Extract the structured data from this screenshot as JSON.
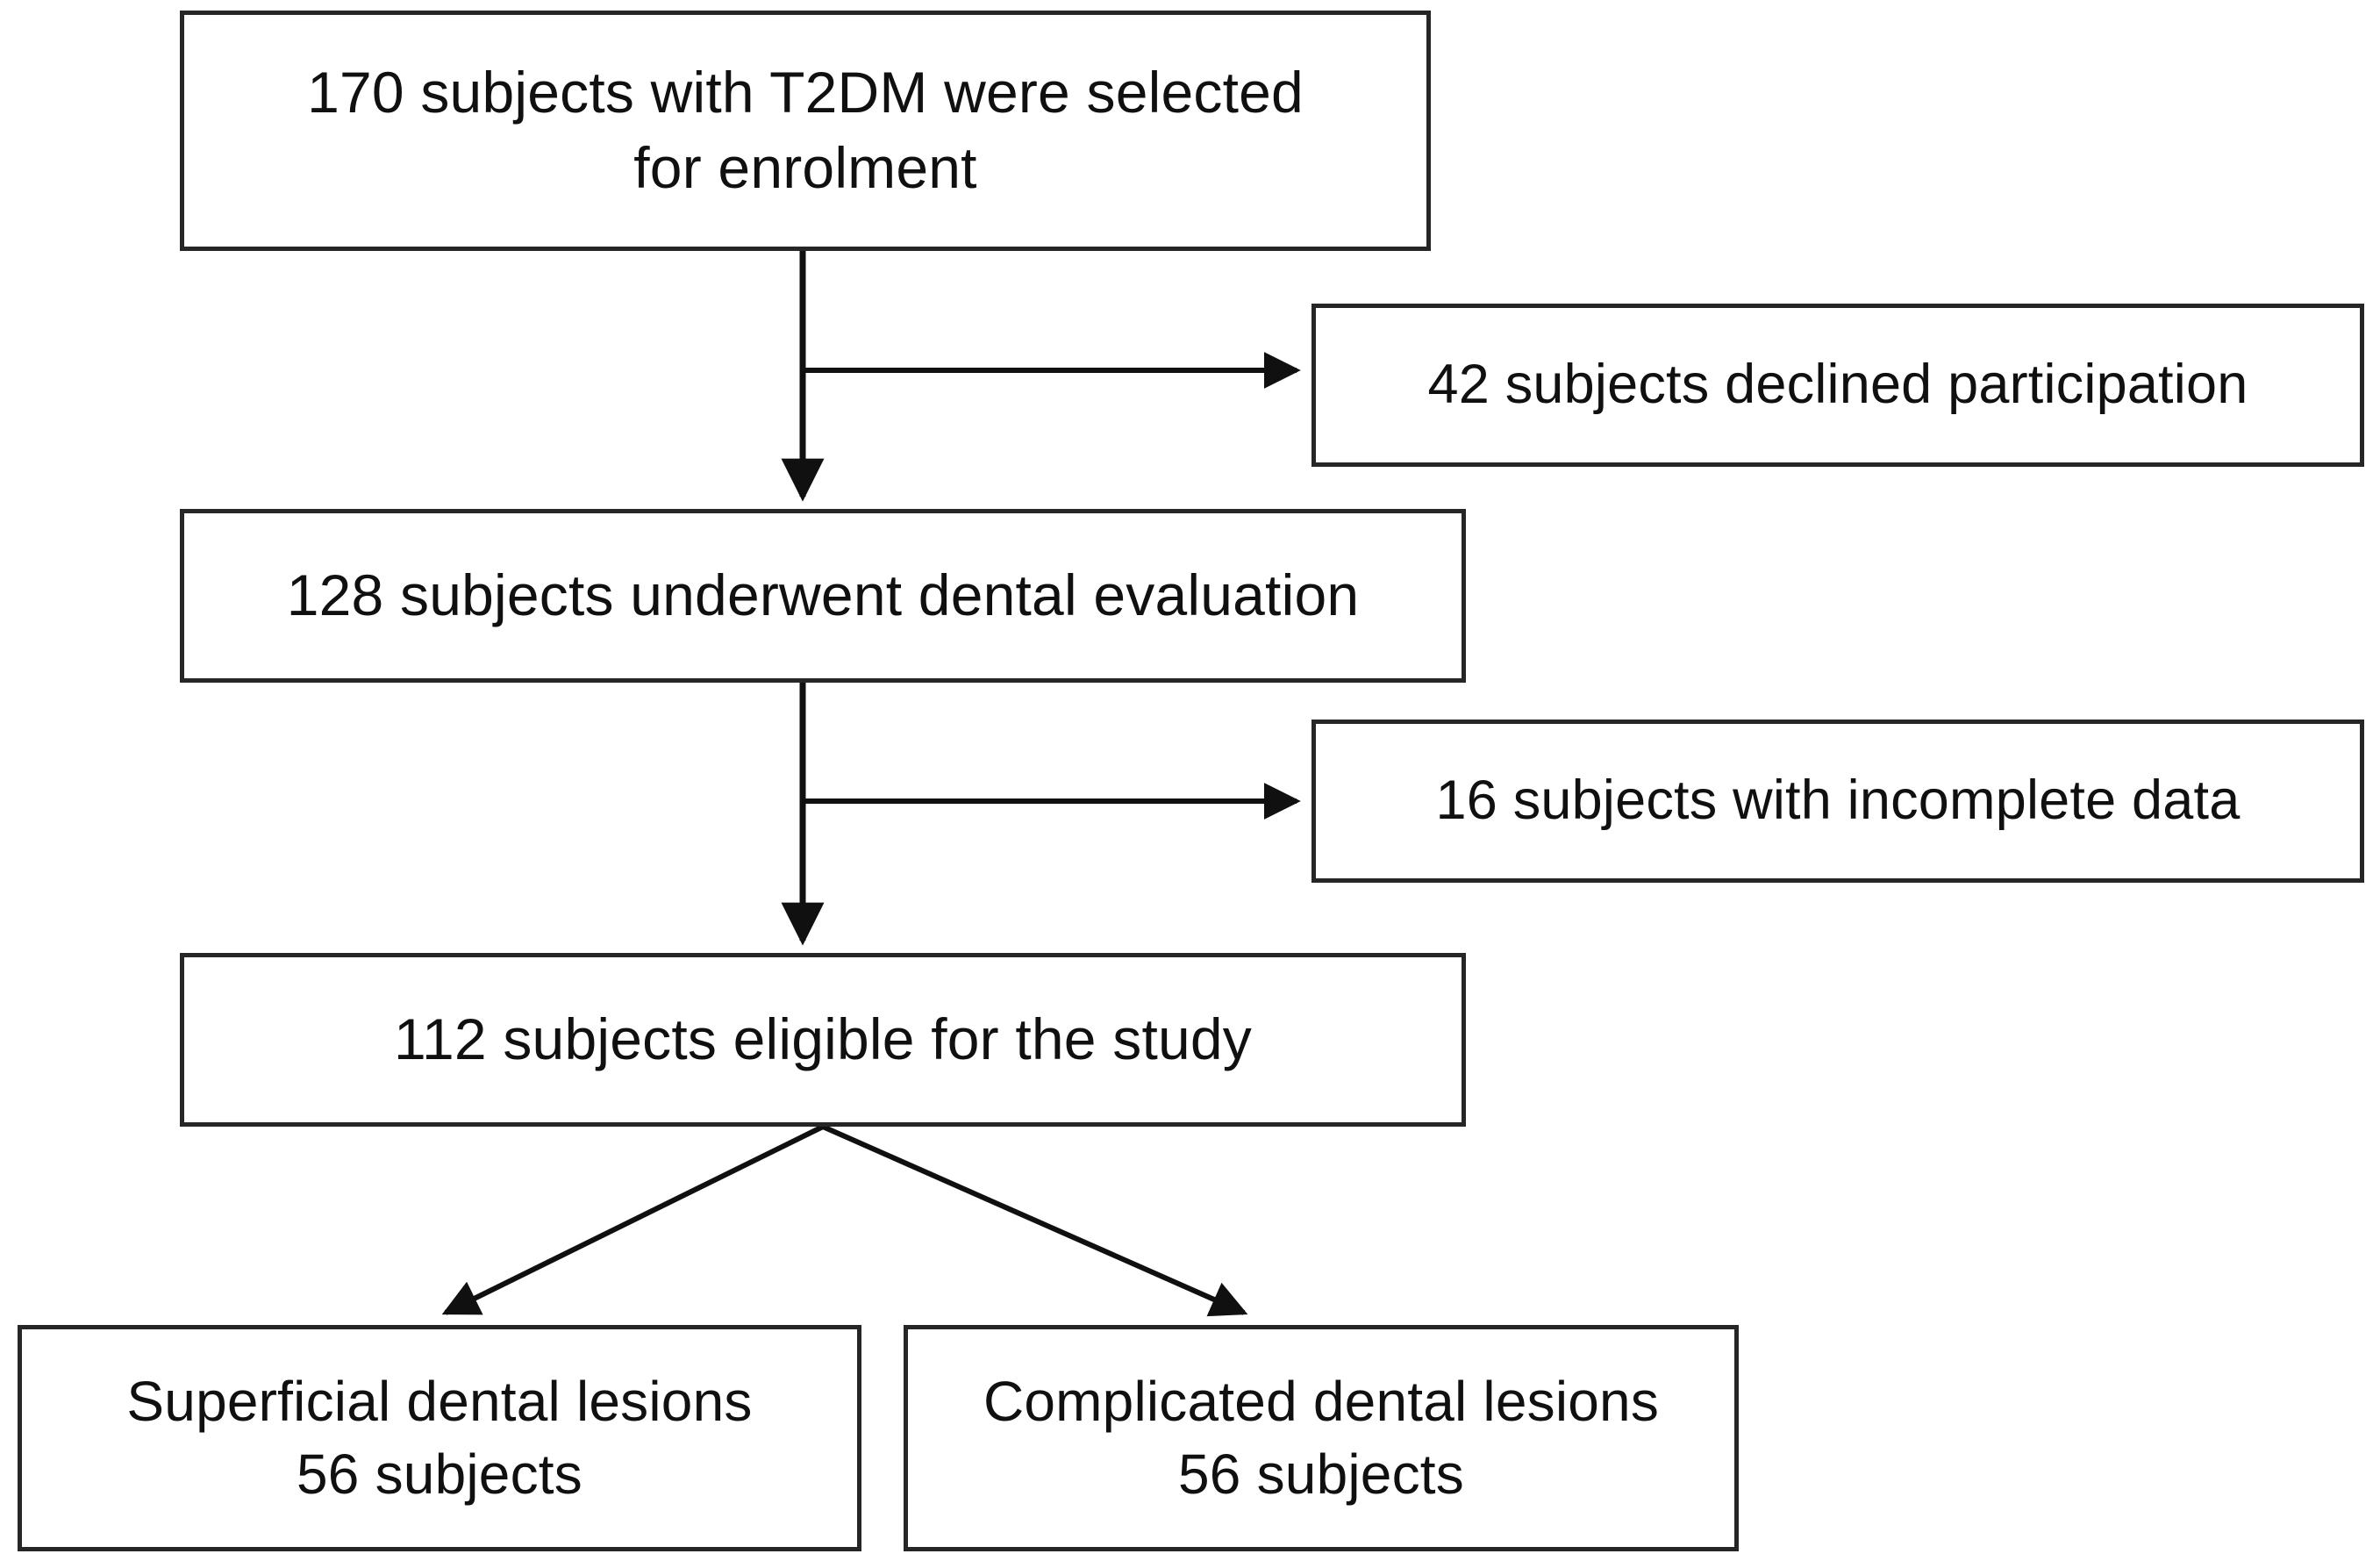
{
  "diagram": {
    "title": "Study enrolment flow diagram",
    "type": "flowchart",
    "orientation": "top-to-bottom",
    "stroke_color": "#262626",
    "text_color": "#101010",
    "background_color": "#ffffff"
  },
  "nodes": {
    "enrolled": {
      "id": "enrolled",
      "label": "170 subjects with T2DM were selected\nfor enrolment",
      "count": 170,
      "line1": "170 subjects with T2DM were selected",
      "line2": "for enrolment"
    },
    "declined": {
      "id": "declined",
      "label": "42 subjects declined participation",
      "count": 42
    },
    "evaluated": {
      "id": "evaluated",
      "label": "128 subjects underwent dental evaluation",
      "count": 128
    },
    "incomplete": {
      "id": "incomplete",
      "label": "16 subjects with incomplete data",
      "count": 16
    },
    "eligible": {
      "id": "eligible",
      "label": "112 subjects eligible for the study",
      "count": 112
    },
    "superficial": {
      "id": "superficial",
      "label": "Superficial dental lesions\n56 subjects",
      "count": 56,
      "line1": "Superficial dental lesions",
      "line2": "56 subjects"
    },
    "complicated": {
      "id": "complicated",
      "label": "Complicated dental lesions\n56 subjects",
      "count": 56,
      "line1": "Complicated dental lesions",
      "line2": "56 subjects"
    }
  },
  "edges": [
    {
      "from": "enrolled",
      "to": "evaluated",
      "kind": "vertical-arrow"
    },
    {
      "from": "enrolled",
      "to": "declined",
      "kind": "horizontal-arrow"
    },
    {
      "from": "evaluated",
      "to": "eligible",
      "kind": "vertical-arrow"
    },
    {
      "from": "evaluated",
      "to": "incomplete",
      "kind": "horizontal-arrow"
    },
    {
      "from": "eligible",
      "to": "superficial",
      "kind": "diagonal-arrow"
    },
    {
      "from": "eligible",
      "to": "complicated",
      "kind": "diagonal-arrow"
    }
  ]
}
